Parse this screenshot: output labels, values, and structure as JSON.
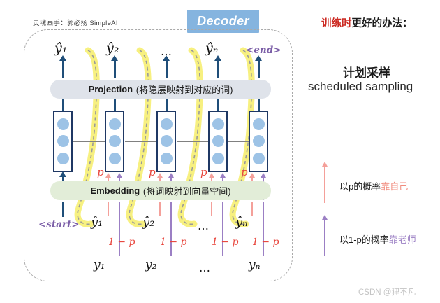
{
  "credit": "灵魂画手：郭必扬  SimpleAI",
  "decoder_badge": {
    "label": "Decoder",
    "color": "#85b4df"
  },
  "watermark": "CSDN @狸不凡",
  "layers": {
    "projection": {
      "name": "Projection",
      "note": "(将隐层映射到对应的词)",
      "color": "#dfe3ea"
    },
    "embedding": {
      "name": "Embedding",
      "note": "(将词映射到向量空间)",
      "color": "#e2edd8"
    }
  },
  "outputs": {
    "items": [
      "ŷ₁",
      "ŷ₂",
      "…",
      "ŷₙ",
      "<end>"
    ],
    "end_token": "<end>"
  },
  "inputs": {
    "start_token": "<start>",
    "predicted": [
      "ŷ₁",
      "ŷ₂",
      "…",
      "ŷₙ"
    ],
    "gold": [
      "y₁",
      "y₂",
      "…",
      "yₙ"
    ]
  },
  "probabilities": {
    "p_label": "p",
    "one_minus_p_label": "1 − p",
    "p_count": 4,
    "one_minus_p_count": 4
  },
  "cells": {
    "count": 5,
    "dots_per_cell": 3,
    "border_color": "#1f3864",
    "dot_color": "#9dc3e6"
  },
  "right_panel": {
    "heading_red": "训练时",
    "heading_black": "更好的办法：",
    "title_zh": "计划采样",
    "title_en": "scheduled sampling",
    "legend": [
      {
        "prefix": "以p的概率",
        "highlight": "靠自己",
        "color": "#f08b7d"
      },
      {
        "prefix": "以1-p的概率",
        "highlight": "靠老师",
        "color": "#9b7fc4"
      }
    ]
  },
  "colors": {
    "blue_arrow": "#1f4e79",
    "gray_arrow": "#808080",
    "salmon": "#f4a09a",
    "purple": "#9b7fc4",
    "yellow_highlight": "#f5ec6a",
    "dashed_border": "#a9a9a9"
  }
}
